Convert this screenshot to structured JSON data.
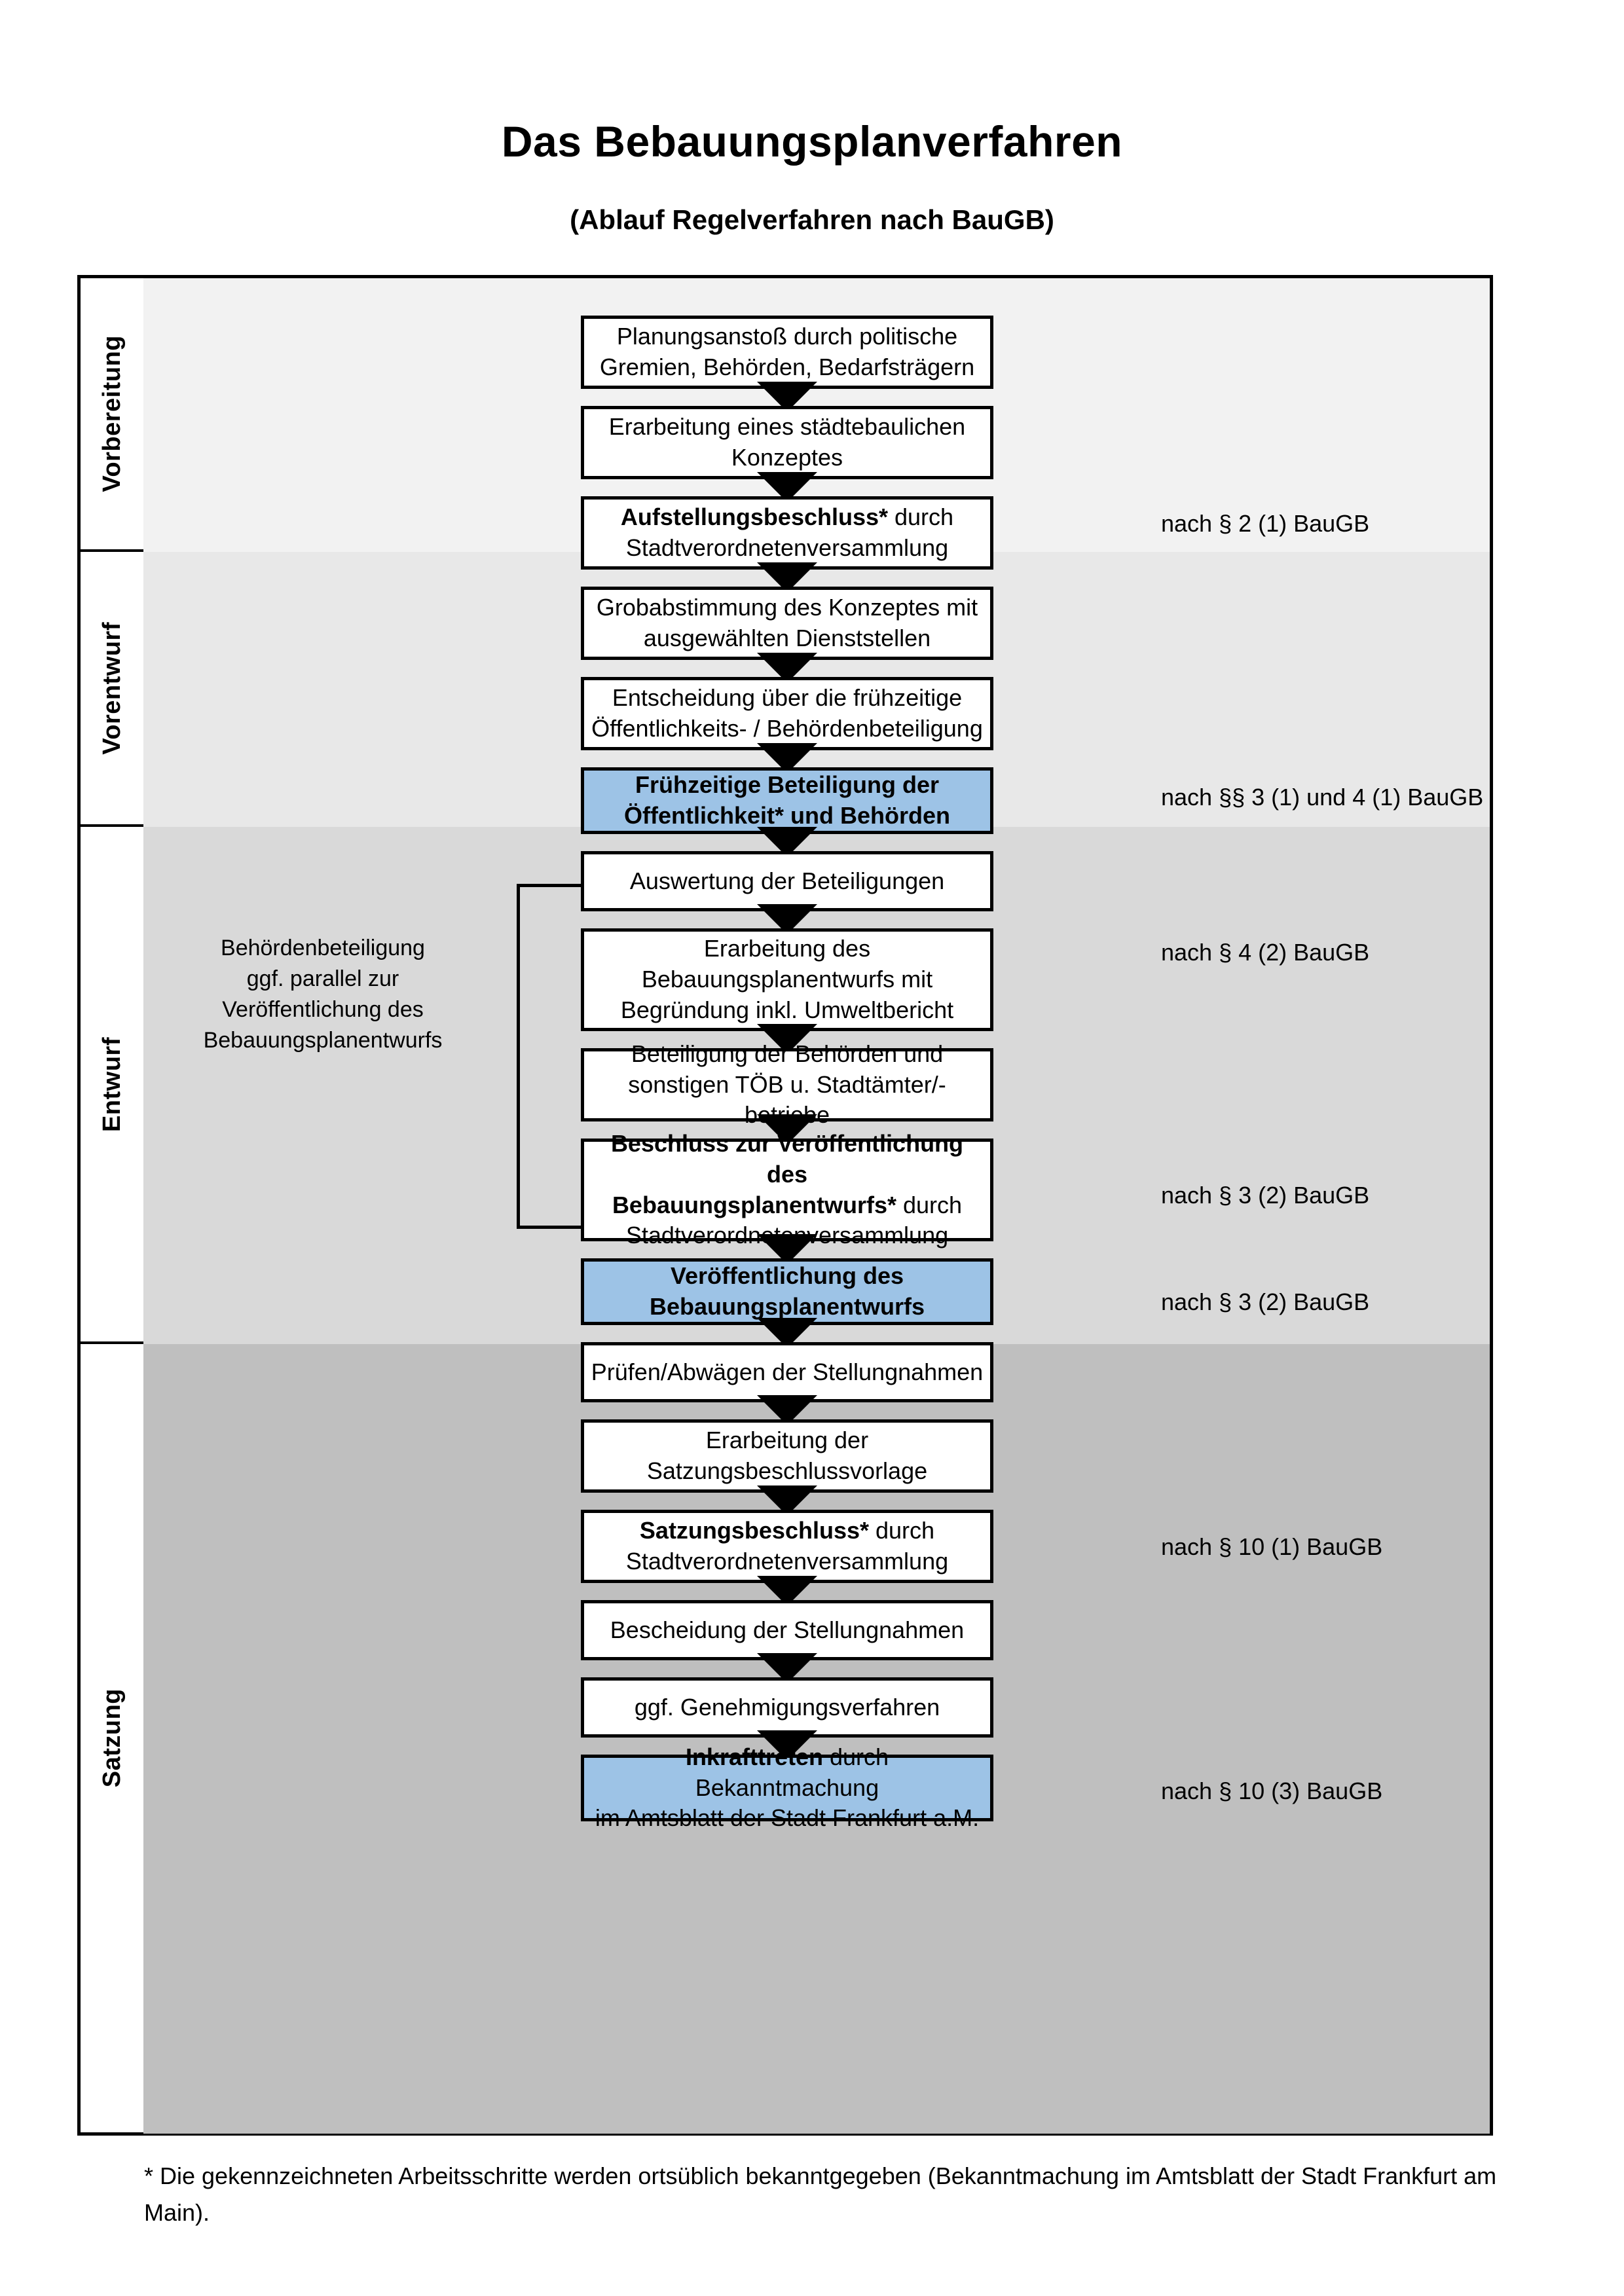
{
  "header": {
    "title": "Das Bebauungsplanverfahren",
    "subtitle": "(Ablauf Regelverfahren nach BauGB)"
  },
  "phases": [
    {
      "label": "Vorbereitung"
    },
    {
      "label": "Vorentwurf"
    },
    {
      "label": "Entwurf"
    },
    {
      "label": "Satzung"
    }
  ],
  "steps": [
    {
      "id": "planungsanstoss",
      "line1": "Planungsanstoß durch politische",
      "line2": "Gremien, Behörden, Bedarfsträgern",
      "highlight": false
    },
    {
      "id": "konzept",
      "line1": "Erarbeitung eines städtebaulichen",
      "line2": "Konzeptes",
      "highlight": false
    },
    {
      "id": "aufstellungsbeschluss",
      "bold_lead": "Aufstellungsbeschluss*",
      "line1_rest": " durch",
      "line2": "Stadtverordnetenversammlung",
      "highlight": false
    },
    {
      "id": "grobabstimmung",
      "line1": "Grobabstimmung des Konzeptes mit",
      "line2": "ausgewählten Dienststellen",
      "highlight": false
    },
    {
      "id": "entscheidung-beteiligung",
      "line1": "Entscheidung über die frühzeitige",
      "line2": "Öffentlichkeits- / Behördenbeteiligung",
      "highlight": false
    },
    {
      "id": "fruehzeitige-beteiligung",
      "line1": "Frühzeitige Beteiligung der",
      "line2": "Öffentlichkeit* und Behörden",
      "highlight": true
    },
    {
      "id": "auswertung",
      "line1": "Auswertung der Beteiligungen",
      "highlight": false
    },
    {
      "id": "erarbeitung-entwurf",
      "line1": "Erarbeitung des",
      "line2": "Bebauungsplanentwurfs mit",
      "line3": "Begründung inkl. Umweltbericht",
      "highlight": false
    },
    {
      "id": "beteiligung-behoerden",
      "line1": "Beteiligung der Behörden und",
      "line2": "sonstigen TÖB u. Stadtämter/-betriebe",
      "highlight": false
    },
    {
      "id": "beschluss-veroeffentlichung",
      "bold_lead": "Beschluss zur Veröffentlichung des",
      "bold_lead2": "Bebauungsplanentwurfs*",
      "line2_rest": " durch",
      "line3": "Stadtverordnetenversammlung",
      "highlight": false
    },
    {
      "id": "veroeffentlichung",
      "line1": "Veröffentlichung des",
      "line2": "Bebauungsplanentwurfs",
      "highlight": true
    },
    {
      "id": "pruefen-abwaegen",
      "line1": "Prüfen/Abwägen der Stellungnahmen",
      "highlight": false
    },
    {
      "id": "satzungsbeschlussvorlage",
      "line1": "Erarbeitung der",
      "line2": "Satzungsbeschlussvorlage",
      "highlight": false
    },
    {
      "id": "satzungsbeschluss",
      "bold_lead": "Satzungsbeschluss*",
      "line1_rest": " durch",
      "line2": "Stadtverordnetenversammlung",
      "highlight": false
    },
    {
      "id": "bescheidung",
      "line1": "Bescheidung der Stellungnahmen",
      "highlight": false
    },
    {
      "id": "genehmigungsverfahren",
      "line1": "ggf. Genehmigungsverfahren",
      "highlight": false
    },
    {
      "id": "inkrafttreten",
      "bold_lead": "Inkrafttreten",
      "line1_rest": " durch Bekanntmachung",
      "line2": "im Amtsblatt der Stadt Frankfurt a.M.",
      "highlight": true
    }
  ],
  "references": [
    {
      "id": "ref-2-1",
      "text": "nach § 2 (1) BauGB"
    },
    {
      "id": "ref-3-1-4-1",
      "text": "nach §§ 3 (1) und 4 (1) BauGB"
    },
    {
      "id": "ref-4-2",
      "text": "nach § 4 (2) BauGB"
    },
    {
      "id": "ref-3-2a",
      "text": "nach § 3 (2) BauGB"
    },
    {
      "id": "ref-3-2b",
      "text": "nach § 3 (2) BauGB"
    },
    {
      "id": "ref-10-1",
      "text": "nach § 10 (1) BauGB"
    },
    {
      "id": "ref-10-3",
      "text": "nach § 10 (3) BauGB"
    }
  ],
  "side_note": {
    "line1": "Behördenbeteiligung",
    "line2": "ggf. parallel zur",
    "line3": "Veröffentlichung des",
    "line4": "Bebauungsplanentwurfs"
  },
  "footnote": {
    "text": "* Die gekennzeichneten Arbeitsschritte werden ortsüblich bekanntgegeben (Bekanntmachung im Amtsblatt  der Stadt Frankfurt am Main)."
  },
  "colors": {
    "highlight_fill": "#9DC3E6",
    "band_vorbereitung": "#F2F2F2",
    "band_vorentwurf": "#E8E8E8",
    "band_entwurf": "#D9D9D9",
    "band_satzung": "#BFBFBF",
    "border": "#000000"
  }
}
